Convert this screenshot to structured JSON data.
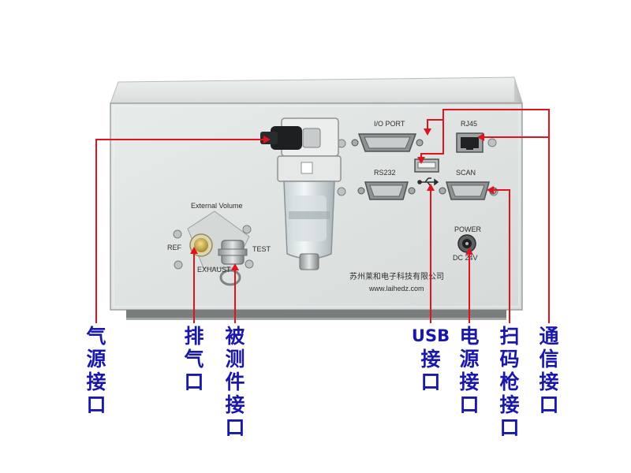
{
  "panel": {
    "external_volume": "External Volume",
    "ref": "REF",
    "test": "TEST",
    "exhaust": "EXHAUST",
    "io_port": "I/O PORT",
    "rj45": "RJ45",
    "rs232": "RS232",
    "scan": "SCAN",
    "power": "POWER",
    "dc": "DC 24V",
    "company": "苏州莱和电子科技有限公司",
    "website": "www.laihedz.com"
  },
  "labels": {
    "air_source": [
      "气",
      "源",
      "接",
      "口"
    ],
    "exhaust_port": [
      "排",
      "气",
      "口"
    ],
    "test_port": [
      "被",
      "测",
      "件",
      "接",
      "口"
    ],
    "usb": [
      "USB",
      "接",
      "口"
    ],
    "power_port": [
      "电",
      "源",
      "接",
      "口"
    ],
    "scanner_port": [
      "扫",
      "码",
      "枪",
      "接",
      "口"
    ],
    "comm_port": [
      "通",
      "信",
      "接",
      "口"
    ]
  },
  "colors": {
    "annotation_line": "#e0141c",
    "label_text": "#1a18a8",
    "panel_face": "#dfe3e2"
  }
}
